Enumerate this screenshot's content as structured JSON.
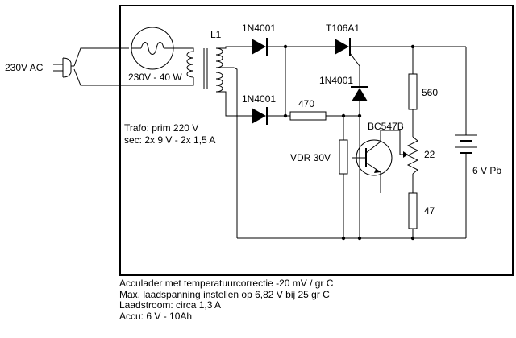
{
  "labels": {
    "mains": "230V AC",
    "lamp": "230V - 40 W",
    "inductor": "L1",
    "diode_top": "1N4001",
    "diode_bottom": "1N4001",
    "diode_mid": "1N4001",
    "thyristor": "T106A1",
    "r_470": "470",
    "r_560": "560",
    "r_22": "22",
    "r_47": "47",
    "vdr": "VDR 30V",
    "transistor": "BC547B",
    "battery": "6 V Pb",
    "trafo_line1": "Trafo: prim 220 V",
    "trafo_line2": "sec: 2x 9 V - 2x 1,5 A"
  },
  "notes": [
    "Acculader met temperatuurcorrectie -20 mV / gr C",
    "Max. laadspanning instellen op 6,82 V bij 25 gr C",
    "Laadstroom: circa 1,3 A",
    "Accu: 6 V - 10Ah"
  ]
}
